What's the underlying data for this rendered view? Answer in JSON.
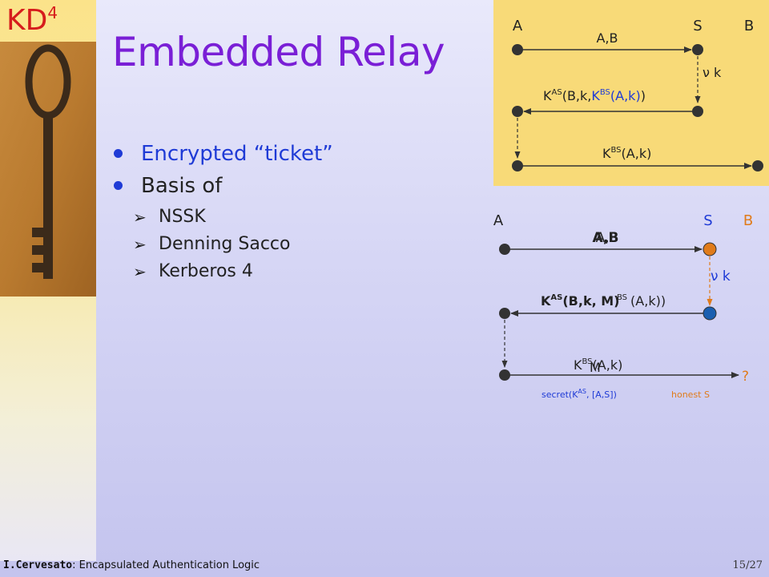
{
  "logo": {
    "main": "KD",
    "sup": "4"
  },
  "title": "Embedded Relay",
  "bullets": [
    {
      "text": "Encrypted “ticket”"
    },
    {
      "text": "Basis of",
      "sub": [
        "NSSK",
        "Denning Sacco",
        "Kerberos 4"
      ]
    }
  ],
  "diagram_top": {
    "principals": {
      "a": "A",
      "s": "S",
      "b": "B"
    },
    "msg1": "A,B",
    "fresh": "ν k",
    "msg2_prefix": "K",
    "msg2_sup": "AS",
    "msg2_mid": "(B,k,",
    "msg2_ticket_k": "K",
    "msg2_ticket_sup": "BS",
    "msg2_ticket_args": "(A,k)",
    "msg2_close": ")",
    "msg3_k": "K",
    "msg3_sup": "BS",
    "msg3_args": "(A,k)"
  },
  "diagram_bottom": {
    "principals": {
      "a": "A",
      "s": "S",
      "b": "B"
    },
    "msg1": "A,B",
    "fresh": "ν k",
    "msg2_k": "K",
    "msg2_sup": "AS",
    "msg2_mid": "(B,k, M)",
    "msg2_overlay_sup": "BS",
    "msg2_overlay_args": "(A,k))",
    "msg3_k": "K",
    "msg3_sup": "BS",
    "msg3_M": "M",
    "msg3_args": "(A,k)",
    "question": "?",
    "annot_left": "secret(K",
    "annot_left_sup": "AS",
    "annot_left_rest": ", [A,S])",
    "annot_right": "honest S"
  },
  "footer": {
    "author": "I.Cervesato",
    "sep": ": ",
    "talk": "Encapsulated Authentication Logic",
    "page": "15/27"
  },
  "colors": {
    "title": "#7a1fd6",
    "accent": "#1f3bd6",
    "logo": "#d61c1c",
    "orange": "#e07b1a",
    "node_blue": "#1a5fb0"
  }
}
